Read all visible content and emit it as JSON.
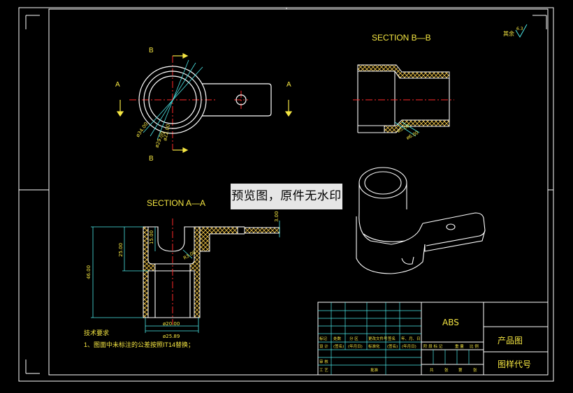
{
  "drawing": {
    "section_bb_title": "SECTION B—B",
    "section_aa_title": "SECTION A—A",
    "roughness_mark": "其余",
    "roughness_value": "6.3",
    "cut_label_b": "B",
    "cut_label_a": "A",
    "top_view_dims": [
      "ø34.00",
      "ø29.00",
      "ø22.00"
    ],
    "bb_dims": [
      "ø6.00",
      "ø5.00"
    ],
    "aa_dims": {
      "height_total": "46.00",
      "height_upper": "25.00",
      "height_cup": "15.00",
      "thickness": "3.00",
      "radius": "R3.00",
      "inner_dia": "ø20.00",
      "outer_dia": "ø25.89"
    },
    "tech_req_title": "技术要求",
    "tech_req_line": "1、图面中未标注的公差按照IT14替换；",
    "watermark": "预览图，原件无水印"
  },
  "title_block": {
    "material": "ABS",
    "product_label": "产品图",
    "drawing_code_label": "图样代号",
    "row1": [
      "标记",
      "处数",
      "分 区",
      "更改文件号",
      "签名",
      "年、月、日"
    ],
    "row2": [
      "设 计",
      "(签名)",
      "(年月日)",
      "标准化",
      "(签名)",
      "(年月日)"
    ],
    "stage_row": [
      "阶 段 标 记",
      "重 量",
      "比 例"
    ],
    "row_review": "审 核",
    "row_process": "工 艺",
    "row_approve": "批准",
    "sheet_row": [
      "共",
      "张",
      "第",
      "张"
    ]
  },
  "colors": {
    "border": "#ffffff",
    "cyan": "#4de8e8",
    "yellow": "#f5e642",
    "red": "#ff2a2a",
    "hatch": "#f0c54a"
  }
}
